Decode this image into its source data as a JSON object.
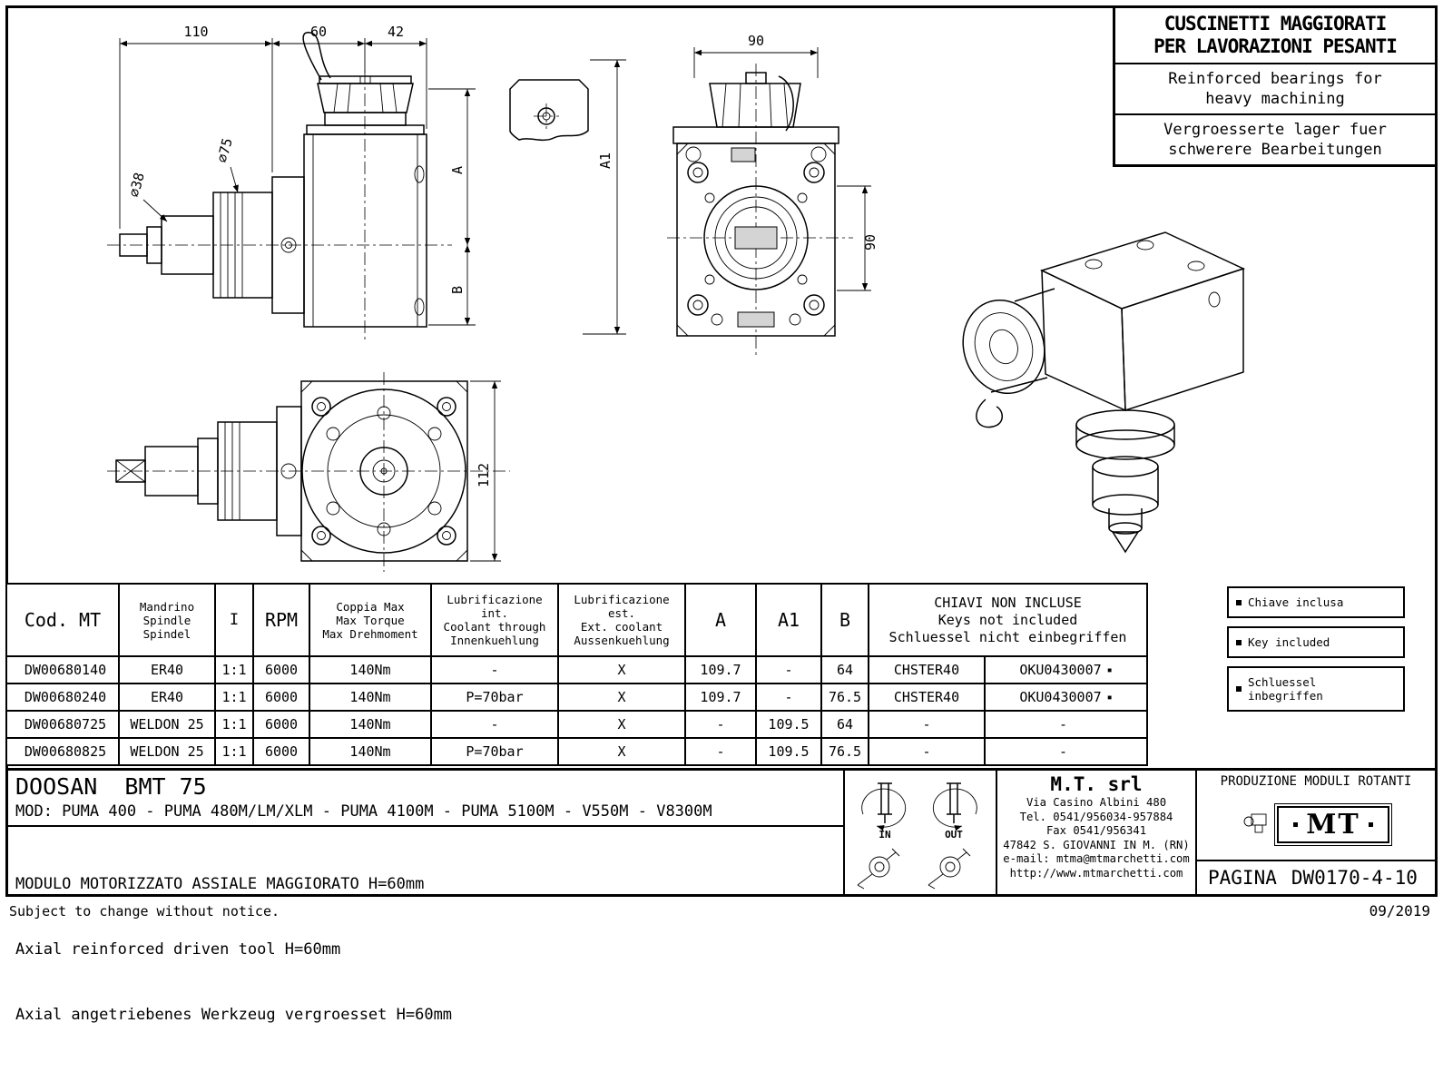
{
  "info_box": {
    "title": "CUSCINETTI MAGGIORATI\nPER LAVORAZIONI PESANTI",
    "english": "Reinforced bearings for\nheavy machining",
    "german": "Vergroesserte lager fuer\nschwerere Bearbeitungen"
  },
  "dims": {
    "len110": "110",
    "len60": "60",
    "len42": "42",
    "dia38": "⌀38",
    "dia75": "⌀75",
    "dim_a": "A",
    "dim_b": "B",
    "dim_a1": "A1",
    "width90": "90",
    "height90": "90",
    "height112": "112"
  },
  "table": {
    "headers": {
      "cod": "Cod. MT",
      "spindle": "Mandrino\nSpindle\nSpindel",
      "ratio": "I",
      "rpm": "RPM",
      "torque": "Coppia Max\nMax Torque\nMax Drehmoment",
      "lub_int": "Lubrificazione int.\nCoolant through\nInnenkuehlung",
      "lub_est": "Lubrificazione est.\nExt. coolant\nAussenkuehlung",
      "a": "A",
      "a1": "A1",
      "b": "B",
      "keys": "CHIAVI NON INCLUSE\nKeys not included\nSchluessel nicht einbegriffen"
    },
    "rows": [
      {
        "cod": "DW00680140",
        "spindle": "ER40",
        "ratio": "1:1",
        "rpm": "6000",
        "torque": "140Nm",
        "lub_int": "-",
        "lub_est": "X",
        "a": "109.7",
        "a1": "-",
        "b": "64",
        "key1": "CHSTER40",
        "key2": "OKU0430007",
        "key2_mark": "▪"
      },
      {
        "cod": "DW00680240",
        "spindle": "ER40",
        "ratio": "1:1",
        "rpm": "6000",
        "torque": "140Nm",
        "lub_int": "P=70bar",
        "lub_est": "X",
        "a": "109.7",
        "a1": "-",
        "b": "76.5",
        "key1": "CHSTER40",
        "key2": "OKU0430007",
        "key2_mark": "▪"
      },
      {
        "cod": "DW00680725",
        "spindle": "WELDON 25",
        "ratio": "1:1",
        "rpm": "6000",
        "torque": "140Nm",
        "lub_int": "-",
        "lub_est": "X",
        "a": "-",
        "a1": "109.5",
        "b": "64",
        "key1": "-",
        "key2": "-",
        "key2_mark": ""
      },
      {
        "cod": "DW00680825",
        "spindle": "WELDON 25",
        "ratio": "1:1",
        "rpm": "6000",
        "torque": "140Nm",
        "lub_int": "P=70bar",
        "lub_est": "X",
        "a": "-",
        "a1": "109.5",
        "b": "76.5",
        "key1": "-",
        "key2": "-",
        "key2_mark": ""
      }
    ]
  },
  "legend": {
    "item1": "Chiave inclusa",
    "item2": "Key included",
    "item3": "Schluessel inbegriffen"
  },
  "footer": {
    "machine": "DOOSAN  BMT 75",
    "mod_line": "MOD: PUMA 400 - PUMA 480M/LM/XLM - PUMA 4100M - PUMA 5100M - V550M - V8300M",
    "desc_it": "MODULO MOTORIZZATO ASSIALE MAGGIORATO H=60mm",
    "desc_en": "Axial reinforced driven tool H=60mm",
    "desc_de": "Axial angetriebenes Werkzeug vergroesset H=60mm",
    "in_label": "IN",
    "out_label": "OUT",
    "company": {
      "name": "M.T. srl",
      "address1": "Via Casino Albini 480",
      "phone": "Tel. 0541/956034-957884",
      "fax": "Fax 0541/956341",
      "address2": "47842 S. GIOVANNI IN M. (RN)",
      "email": "e-mail: mtma@mtmarchetti.com",
      "web": "http://www.mtmarchetti.com"
    },
    "production": "PRODUZIONE MODULI ROTANTI",
    "logo_text": "MT",
    "page_label": "PAGINA",
    "page_number": "DW0170-4-10"
  },
  "bottom": {
    "note": "Subject to change without notice.",
    "date": "09/2019"
  }
}
